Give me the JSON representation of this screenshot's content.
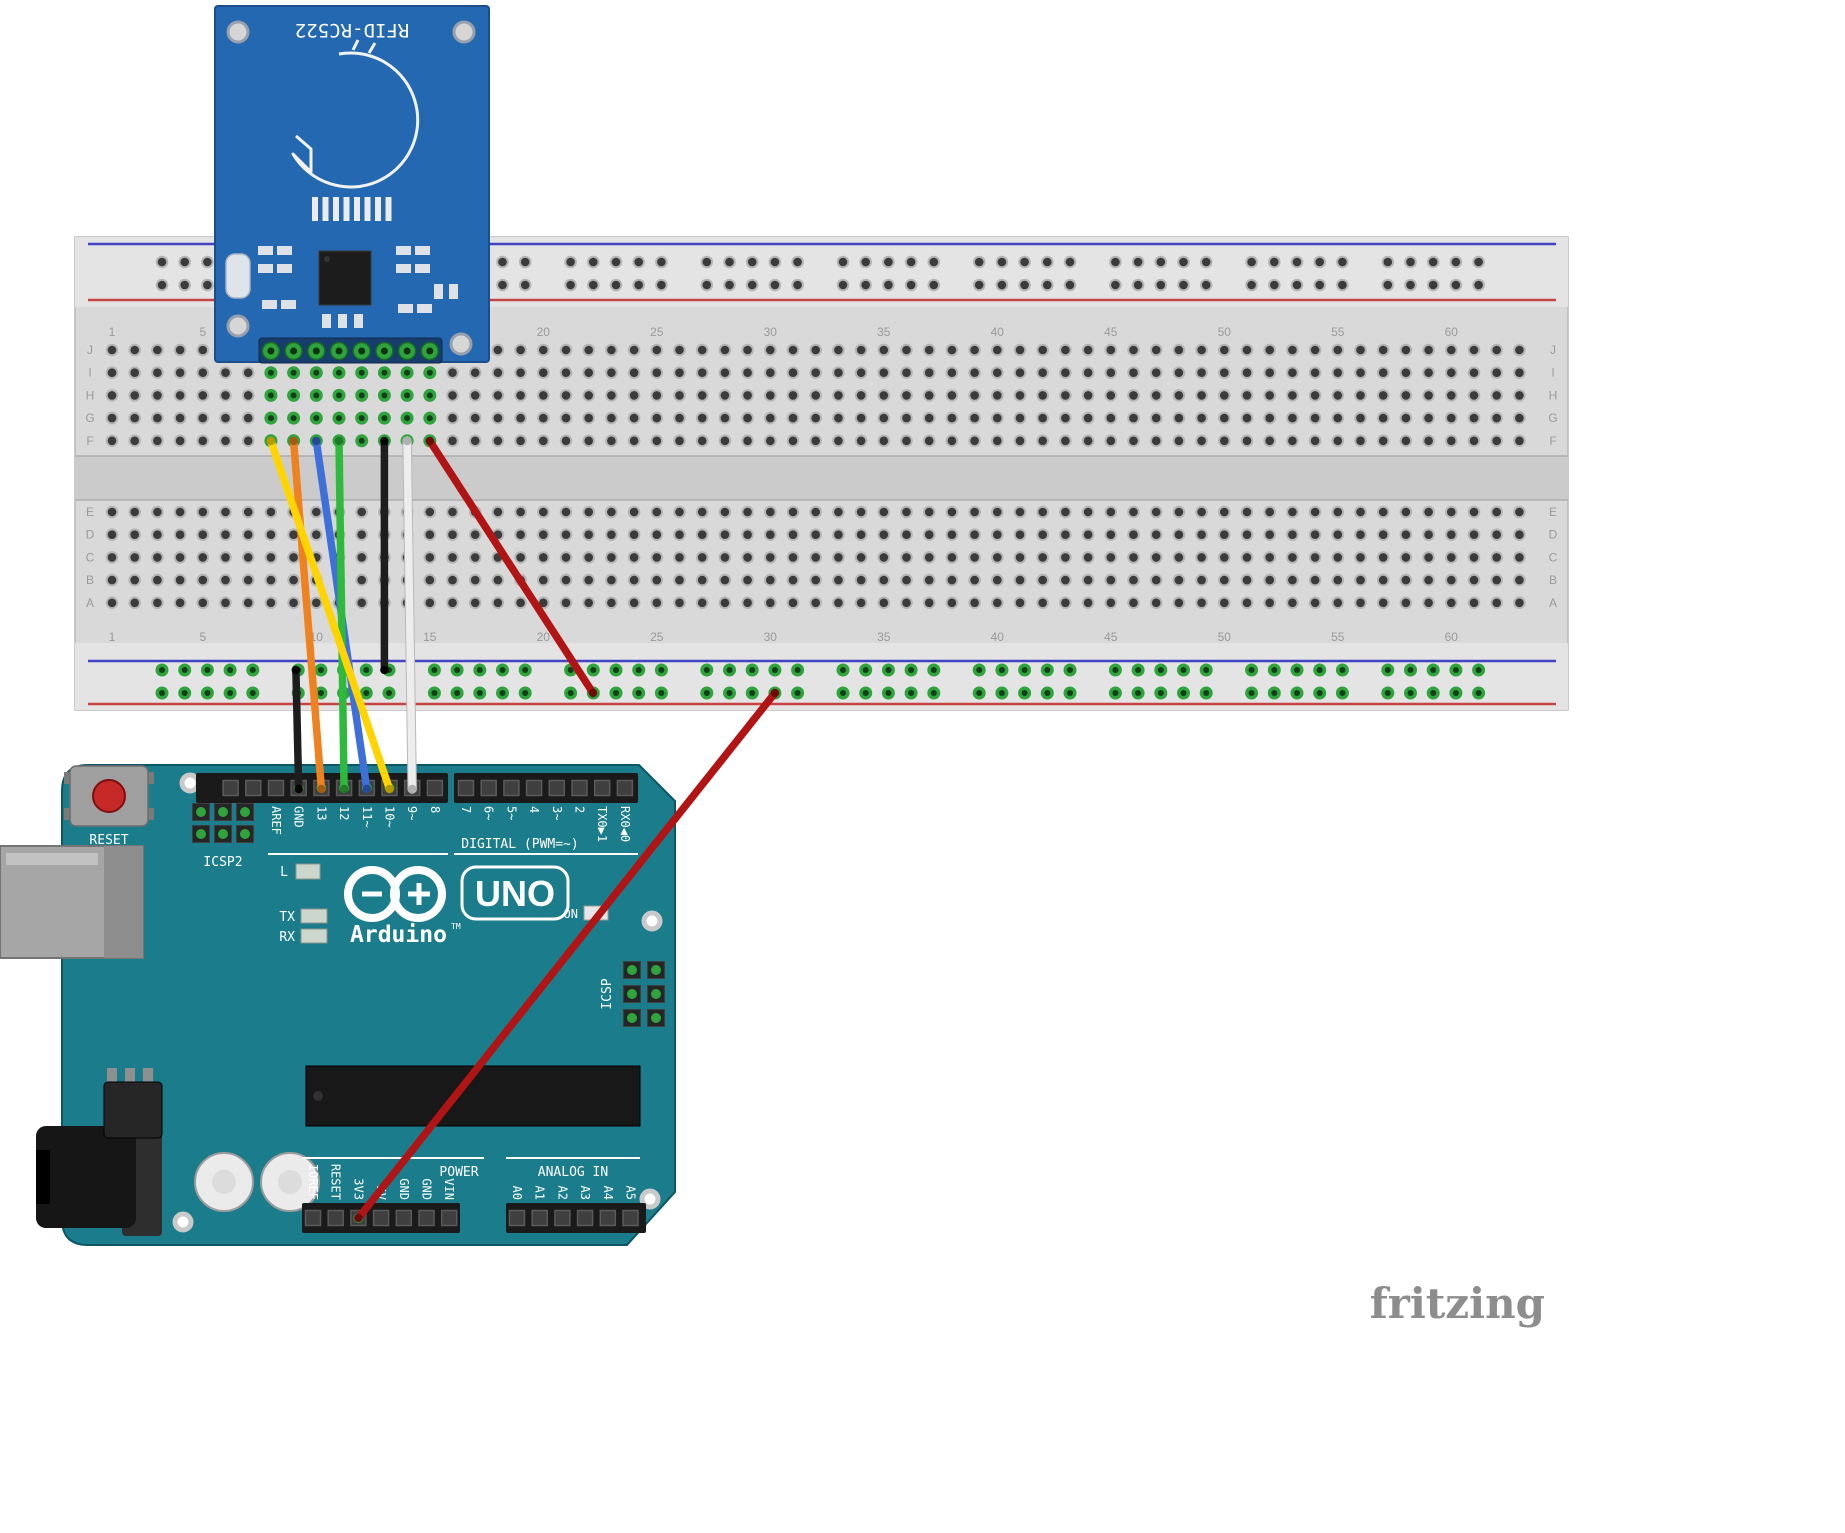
{
  "watermark": "fritzing",
  "rfid": {
    "label": "RFID-RC522",
    "board_color": "#2468b2"
  },
  "breadboard": {
    "column_labels": [
      "1",
      "5",
      "10",
      "15",
      "20",
      "25",
      "30",
      "35",
      "40",
      "45",
      "50",
      "55",
      "60"
    ],
    "row_labels_upper": [
      "J",
      "I",
      "H",
      "G",
      "F"
    ],
    "row_labels_lower": [
      "E",
      "D",
      "C",
      "B",
      "A"
    ],
    "rail_negative_color": "#4343c8",
    "rail_positive_color": "#c84343",
    "connected_hole_color": "#2fa43c"
  },
  "arduino": {
    "board_color": "#1b7d8c",
    "reset_label": "RESET",
    "icsp2_label": "ICSP2",
    "icsp_label": "ICSP",
    "digital_caption": "DIGITAL (PWM=~)",
    "digital_pins": [
      "AREF",
      "GND",
      "13",
      "12",
      "11~",
      "10~",
      "9~",
      "8",
      "7",
      "6~",
      "5~",
      "4",
      "3~",
      "2",
      "TX0▶1",
      "RX0◀0"
    ],
    "led_l_label": "L",
    "led_tx_label": "TX",
    "led_rx_label": "RX",
    "led_on_label": "ON",
    "brand": "Arduino",
    "brand_tm": "TM",
    "model": "UNO",
    "power_caption": "POWER",
    "power_pins": [
      "IOREF",
      "RESET",
      "3V3",
      "5V",
      "GND",
      "GND",
      "VIN"
    ],
    "analog_caption": "ANALOG IN",
    "analog_pins": [
      "A0",
      "A1",
      "A2",
      "A3",
      "A4",
      "A5"
    ]
  },
  "wires": [
    {
      "id": "sck",
      "color": "orange",
      "hex": "#ef8220",
      "cap": "#a85a12",
      "from": "RFID SCK",
      "to": "D13"
    },
    {
      "id": "mosi",
      "color": "blue",
      "hex": "#3f6fd8",
      "cap": "#27479c",
      "from": "RFID MOSI",
      "to": "D11"
    },
    {
      "id": "miso",
      "color": "green",
      "hex": "#2fba3d",
      "cap": "#1d7d27",
      "from": "RFID MISO",
      "to": "D12"
    },
    {
      "id": "sda",
      "color": "yellow",
      "hex": "#ffd400",
      "cap": "#b89a00",
      "from": "RFID SDA",
      "to": "D10"
    },
    {
      "id": "gnd-rail",
      "color": "black",
      "hex": "#1d1d1d",
      "cap": "#000000",
      "from": "RFID GND",
      "to": "ground rail"
    },
    {
      "id": "rst",
      "color": "white",
      "hex": "#ededed",
      "cap": "#b0b0b0",
      "from": "RFID RST",
      "to": "D9"
    },
    {
      "id": "v-rail",
      "color": "red",
      "hex": "#b01414",
      "cap": "#6f0a0a",
      "from": "RFID 3.3V",
      "to": "positive rail"
    },
    {
      "id": "gnd-board",
      "color": "black",
      "hex": "#1d1d1d",
      "cap": "#000000",
      "from": "ground rail",
      "to": "Arduino GND"
    },
    {
      "id": "v-board",
      "color": "red",
      "hex": "#b01414",
      "cap": "#6f0a0a",
      "from": "positive rail",
      "to": "Arduino 3V3"
    }
  ]
}
